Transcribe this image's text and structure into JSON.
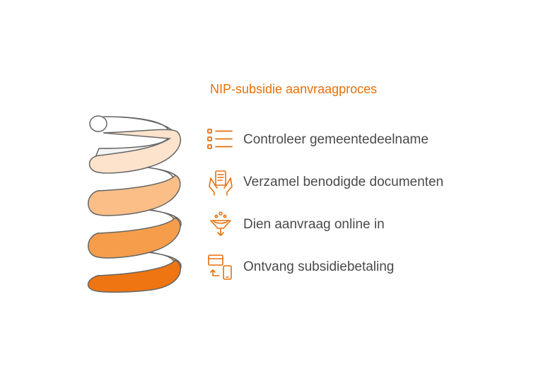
{
  "diagram": {
    "title": "NIP-subsidie aanvraagproces",
    "accent_color": "#E8700A",
    "text_color": "#4a4a4a",
    "steps": [
      {
        "label": "Controleer gemeentedeelname",
        "icon": "checklist-icon",
        "color": "#FDE3CC"
      },
      {
        "label": "Verzamel benodigde documenten",
        "icon": "hands-document-icon",
        "color": "#FBBE86"
      },
      {
        "label": "Dien aanvraag online in",
        "icon": "funnel-submit-icon",
        "color": "#F69D4B"
      },
      {
        "label": "Ontvang subsidiebetaling",
        "icon": "card-phone-payment-icon",
        "color": "#EE7511"
      }
    ]
  }
}
